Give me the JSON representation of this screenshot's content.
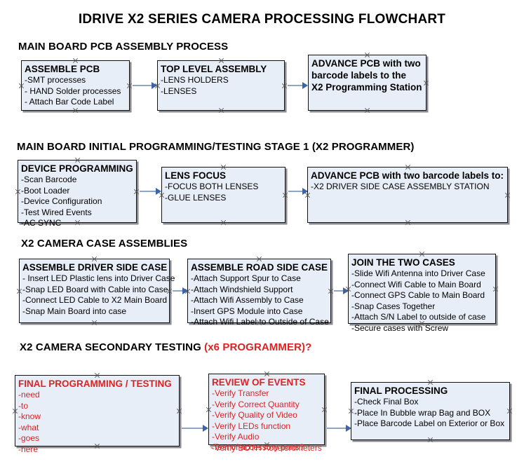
{
  "title": "IDRIVE X2  SERIES CAMERA PROCESSING FLOWCHART",
  "sections": [
    {
      "heading": "MAIN BOARD PCB ASSEMBLY PROCESS",
      "heading_accent": "",
      "nodes": [
        {
          "title": "ASSEMBLE PCB",
          "lines": [
            "-SMT processes",
            "- HAND Solder processes",
            "- Attach Bar Code Label"
          ]
        },
        {
          "title": "TOP LEVEL ASSEMBLY",
          "lines": [
            "-LENS HOLDERS",
            "-LENSES"
          ]
        },
        {
          "title": "ADVANCE PCB with two",
          "lines": [
            "barcode labels to the",
            " X2 Programming Station"
          ]
        }
      ]
    },
    {
      "heading": "MAIN BOARD INITIAL PROGRAMMING/TESTING STAGE 1 (X2 PROGRAMMER)",
      "heading_accent": "",
      "nodes": [
        {
          "title": "DEVICE PROGRAMMING",
          "lines": [
            "-Scan Barcode",
            "-Boot Loader",
            "-Device Configuration",
            "-Test Wired Events",
            "-AC SYNC"
          ]
        },
        {
          "title": "LENS FOCUS",
          "lines": [
            "-FOCUS BOTH LENSES",
            "-GLUE LENSES"
          ]
        },
        {
          "title": "ADVANCE PCB with two barcode labels to:",
          "lines": [
            "-X2 DRIVER  SIDE  CASE  ASSEMBLY STATION"
          ]
        }
      ]
    },
    {
      "heading": "X2 CAMERA CASE ASSEMBLIES",
      "heading_accent": "",
      "nodes": [
        {
          "title": "ASSEMBLE DRIVER SIDE CASE",
          "lines": [
            "- Insert LED Plastic lens into Driver Case",
            "-Snap LED Board with Cable into Case",
            "-Connect LED Cable to X2 Main Board",
            "-Snap Main Board into case"
          ]
        },
        {
          "title": "ASSEMBLE ROAD SIDE CASE",
          "lines": [
            "-Attach Support Spur to Case",
            "-Attach Windshield Support",
            "-Attach Wifi Assembly to Case",
            "-Insert GPS Module into Case",
            "-Attach Wifi Label to Outside of Case"
          ]
        },
        {
          "title": "JOIN THE TWO CASES",
          "lines": [
            "-Slide Wifi Antenna into Driver Case",
            "-Connect Wifi Cable to Main Board",
            "-Connect GPS Cable to Main Board",
            "-Snap Cases Together",
            "-Attach S/N Label to outside of case",
            "-Secure cases with Screw"
          ]
        }
      ]
    },
    {
      "heading": "X2 CAMERA SECONDARY TESTING ",
      "heading_accent": "(x6 PROGRAMMER)?",
      "nodes": [
        {
          "title": "FINAL PROGRAMMING / TESTING",
          "lines": [
            "-need",
            "-to",
            "-know",
            "-what",
            "-goes",
            "-here"
          ]
        },
        {
          "title": "REVIEW OF EVENTS",
          "lines": [
            "-Verify Transfer",
            "-Verify Correct Quantity",
            "-Verify Quality of Video",
            "-Verify LEDs function",
            "-Verify Audio",
            "-Verify BOTH Accelerometers"
          ],
          "overflow_line": "-Test of accessory ports?"
        },
        {
          "title": "FINAL PROCESSING",
          "lines": [
            " -Check Final Box",
            "-Place In Bubble wrap Bag and BOX",
            "-Place Barcode Label on Exterior or Box"
          ]
        }
      ]
    }
  ],
  "colors": {
    "node_fill": "#e8eef7",
    "node_border": "#131313",
    "accent_red": "#dd2222",
    "connector_line": "#8ea6c4",
    "connector_head": "#3f63a8"
  }
}
